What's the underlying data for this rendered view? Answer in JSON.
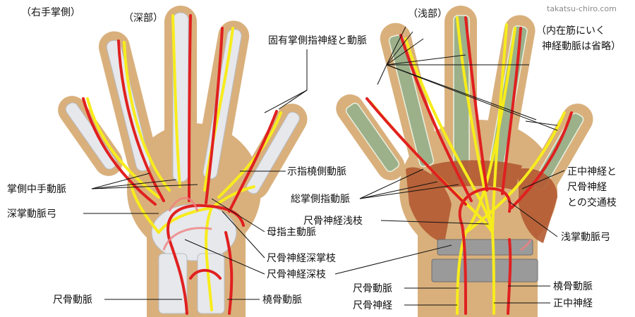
{
  "header": {
    "side_note": "（右手掌側）",
    "deep_heading": "（深部）",
    "superficial_heading": "（浅部）",
    "watermark": "takatsu-chiro.com",
    "intrinsic_note_line1": "（内在筋にいく",
    "intrinsic_note_line2": "神経動脈は省略）"
  },
  "labels": {
    "proper_palmar_digital": "固有掌側指神経と動脈",
    "radialis_indicis": "示指橈側動脈",
    "palmar_metacarpal": "掌側中手動脈",
    "common_palmar_digital": "総掌側指動脈",
    "median_ulnar_communicating_1": "正中神経と",
    "median_ulnar_communicating_2": "尺骨神経",
    "median_ulnar_communicating_3": "との交通枝",
    "deep_palmar_arch": "深掌動脈弓",
    "ulnar_superficial_branch": "尺骨神経浅枝",
    "princeps_pollicis": "母指主動脈",
    "superficial_palmar_arch": "浅掌動脈弓",
    "ulnar_deep_palmar_branch": "尺骨神経深掌枝",
    "ulnar_deep_branch": "尺骨神経深枝",
    "ulnar_artery_left": "尺骨動脈",
    "radial_artery_left": "橈骨動脈",
    "ulnar_artery_right": "尺骨動脈",
    "radial_artery_right": "橈骨動脈",
    "ulnar_nerve": "尺骨神経",
    "median_nerve": "正中神経"
  },
  "colors": {
    "skin": "#d9b07c",
    "bone": "#e6e8ec",
    "bone_edge": "#b8bcc4",
    "artery": "#e02020",
    "artery_faded": "#f08080",
    "nerve": "#f7ec1c",
    "tendon_sheath": "#9cb08a",
    "muscle": "#b45a32",
    "retinaculum": "#9a9a9a",
    "text": "#111111"
  }
}
